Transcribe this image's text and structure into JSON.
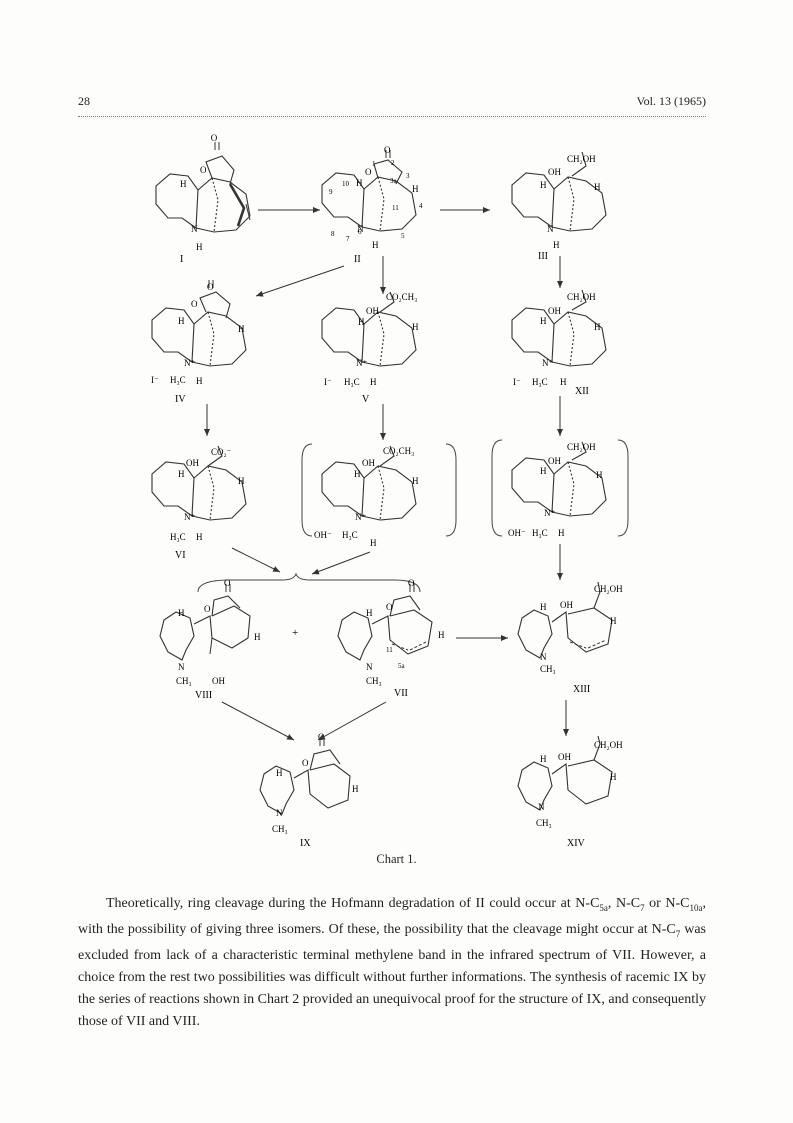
{
  "header": {
    "page_number": "28",
    "volume": "Vol. 13 (1965)"
  },
  "scheme": {
    "compounds": {
      "I": "I",
      "II": "II",
      "III": "III",
      "IV": "IV",
      "V": "V",
      "VI": "VI",
      "VII": "VII",
      "VIII": "VIII",
      "IX": "IX",
      "XII": "XII",
      "XIII": "XIII",
      "XIV": "XIV"
    },
    "groups": {
      "ch2oh": "CH₂OH",
      "co2ch3": "CO₂CH₃",
      "co2minus": "CO₂⁻",
      "oh": "OH",
      "ohminus": "OH⁻",
      "iminus": "I⁻",
      "h3c": "H₃C",
      "ch3": "CH₃",
      "o": "O",
      "h": "H",
      "n": "N",
      "nplus": "N⁺",
      "plus": "+"
    },
    "numbering": {
      "n1": "1",
      "n2": "2",
      "n3": "3",
      "n3a": "3a",
      "n4": "4",
      "n5": "5",
      "n6": "6",
      "n7": "7",
      "n8": "8",
      "n9": "9",
      "n10": "10",
      "n11": "11",
      "n5a": "5a"
    }
  },
  "caption": "Chart 1.",
  "paragraph": {
    "s1a": "Theoretically, ring cleavage during the Hofmann degradation of ",
    "ref2": "II",
    "s1b": " could occur at N-C",
    "sub5a": "5a",
    "s1c": ", N-C",
    "sub7": "7",
    "s1d": " or N-C",
    "sub10a": "10a",
    "s1e": ", with the possibility of giving three isomers.  Of these, the possibility that the cleavage might occur at N-C",
    "sub7b": "7",
    "s1f": " was excluded from lack of a characteristic terminal methylene band in the infrared spectrum of ",
    "ref7": "VII",
    "s1g": ".  However, a choice from the rest two possibilities was difficult without further informations.   The synthesis of racemic ",
    "ref9": "IX",
    "s1h": " by the series of reactions shown in Chart 2 provided an unequivocal proof for the structure of ",
    "ref9b": "IX",
    "s1i": ", and consequently those of ",
    "ref7b": "VII",
    "s1j": " and ",
    "ref8": "VIII",
    "s1k": "."
  }
}
